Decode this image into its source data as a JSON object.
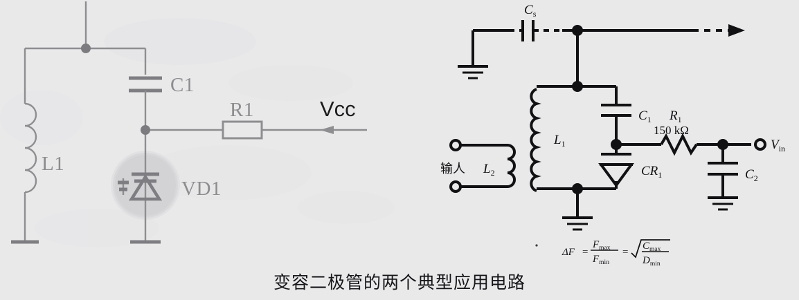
{
  "figure": {
    "caption": "变容二极管的两个典型应用电路",
    "background_color": "#e9e9ea",
    "left_circuit": {
      "name": "左侧电路",
      "ink_color": "#8e8e91",
      "labels": {
        "inductor": "L1",
        "capacitor": "C1",
        "resistor": "R1",
        "supply": "Vcc",
        "varactor": "VD1"
      },
      "highlight": {
        "shape": "circle",
        "color": "#d0d0d2",
        "target": "VD1"
      }
    },
    "right_circuit": {
      "name": "右侧电路",
      "ink_color": "#111113",
      "labels": {
        "series_cap": "C",
        "series_cap_sub": "s",
        "coil_primary": "L",
        "coil_primary_sub": "1",
        "coil_secondary": "L",
        "coil_secondary_sub": "2",
        "input": "输人",
        "cap1": "C",
        "cap1_sub": "1",
        "cap2": "C",
        "cap2_sub": "2",
        "res1": "R",
        "res1_sub": "1",
        "res1_value": "150 kΩ",
        "varactor": "CR",
        "varactor_sub": "1",
        "output": "V",
        "output_sub": "in"
      },
      "formula": {
        "lhs": "ΔF",
        "eq1": "=",
        "frac1_num": "F",
        "frac1_num_sub": "max",
        "frac1_den": "F",
        "frac1_den_sub": "min",
        "eq2": "=",
        "radical": "√",
        "frac2_num": "C",
        "frac2_num_sub": "max",
        "frac2_den": "D",
        "frac2_den_sub": "min"
      }
    }
  }
}
